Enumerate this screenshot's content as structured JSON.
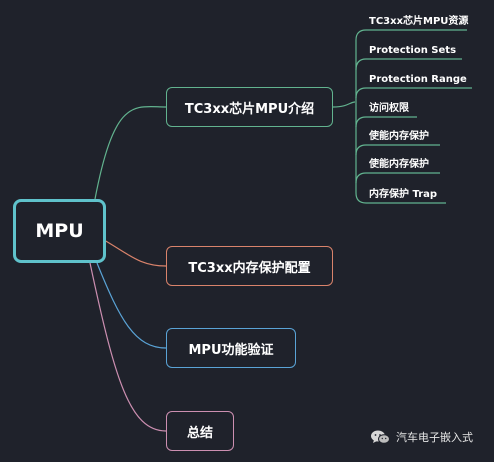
{
  "root": {
    "label": "MPU"
  },
  "branches": [
    {
      "label": "TC3xx芯片MPU介绍",
      "color": "#62b38f"
    },
    {
      "label": "TC3xx内存保护配置",
      "color": "#d9836b"
    },
    {
      "label": "MPU功能验证",
      "color": "#5aa3d6"
    },
    {
      "label": "总结",
      "color": "#cc8fb1"
    }
  ],
  "leaves": [
    "TC3xx芯片MPU资源",
    "Protection Sets",
    "Protection Range",
    "访问权限",
    "使能内存保护",
    "使能内存保护",
    "内存保护 Trap"
  ],
  "root_color": "#5fc2cb",
  "watermark": {
    "text": "汽车电子嵌入式",
    "icon": "wechat-icon"
  }
}
